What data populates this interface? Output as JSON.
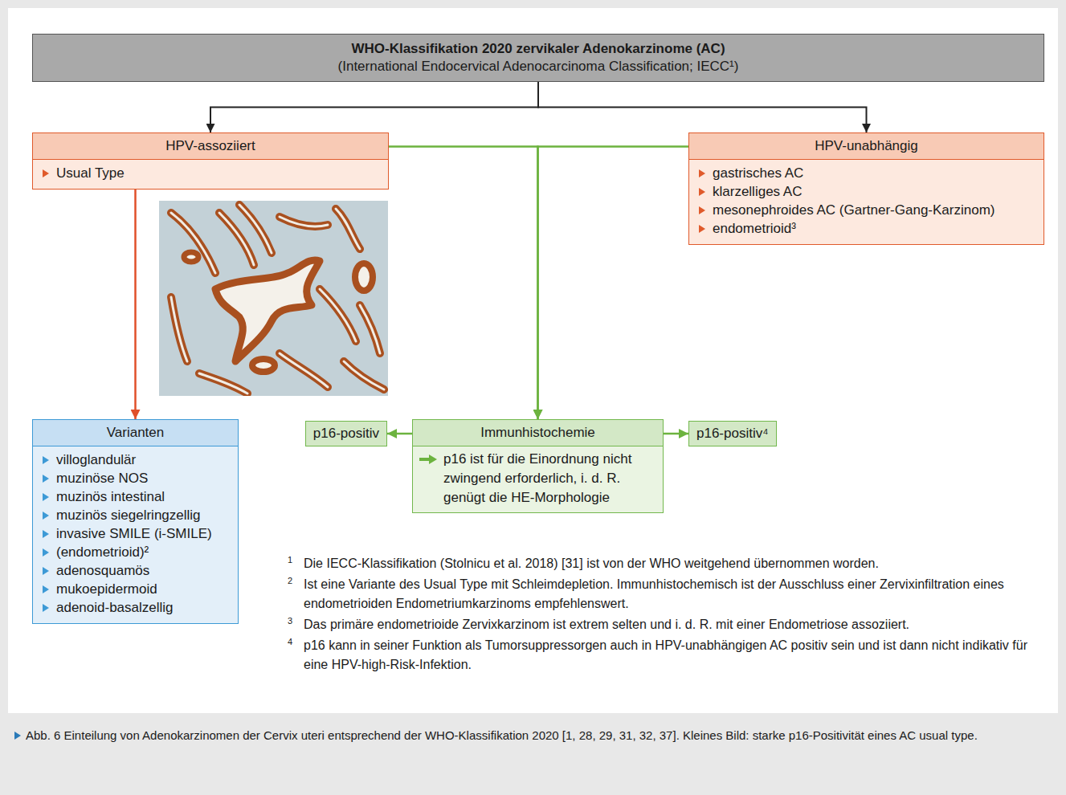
{
  "diagram": {
    "nodes": [
      {
        "text": [
          "WHO-Klassifikation 2020 zervikaler Adenokarzinome (AC)",
          "(International Endocervical Adenocarcinoma Classification; IECC¹)"
        ]
      },
      {
        "text": [
          "HPV-assoziiert",
          "Usual Type"
        ]
      },
      {
        "text": [
          "HPV-unabhängig",
          "gastrisches AC",
          "klarzelliges AC",
          "mesonephroides AC (Gartner-Gang-Karzinom)",
          "endometrioid³"
        ]
      },
      {
        "text": [
          "Varianten",
          "villoglandulär",
          "muzinöse NOS",
          "muzinös intestinal",
          "muzinös siegelringzellig",
          "invasive SMILE (i-SMILE)",
          "(endometrioid)²",
          "adenosquamös",
          "mukoepidermoid",
          "adenoid-basalzellig"
        ]
      },
      {
        "text": [
          "p16-positiv"
        ]
      },
      {
        "text": [
          "Immunhistochemie",
          "p16 ist für die Einordnung nicht zwingend erforderlich, i. d. R. genügt die HE-Morphologie"
        ]
      },
      {
        "text": [
          "p16-positiv⁴"
        ]
      }
    ],
    "edges": [
      {
        "from": 0,
        "to": 1,
        "arrow": "to"
      },
      {
        "from": 0,
        "to": 2,
        "arrow": "to"
      },
      {
        "from": 1,
        "to": 3,
        "arrow": "to"
      },
      {
        "from": 1,
        "to": 5,
        "arrow": "to"
      },
      {
        "from": 2,
        "to": 5,
        "arrow": "to"
      },
      {
        "from": 5,
        "to": 4,
        "arrow": "to"
      },
      {
        "from": 5,
        "to": 6,
        "arrow": "to"
      }
    ],
    "labels": [
      "1",
      "Die IECC-Klassifikation (Stolnicu et al. 2018) [31] ist von der WHO weitgehend übernommen worden.",
      "2",
      "Ist eine Variante des Usual Type mit Schleimdepletion. Immunhistochemisch ist der Ausschluss einer Zervixinfiltration eines endometrioiden Endometriumkarzinoms empfehlenswert.",
      "3",
      "Das primäre endometrioide Zervixkarzinom ist extrem selten und i. d. R. mit einer Endometriose assoziiert.",
      "4",
      "p16 kann in seiner Funktion als Tumorsuppressorgen auch in HPV-unabhängigen AC positiv sein und ist dann nicht indikativ für eine HPV-high-Risk-Infektion."
    ],
    "caption": "Abb. 6 Einteilung von Adenokarzinomen der Cervix uteri entsprechend der WHO-Klassifikation 2020 [1, 28, 29, 31, 32, 37]. Kleines Bild: starke p16-Positivität eines AC usual type."
  }
}
